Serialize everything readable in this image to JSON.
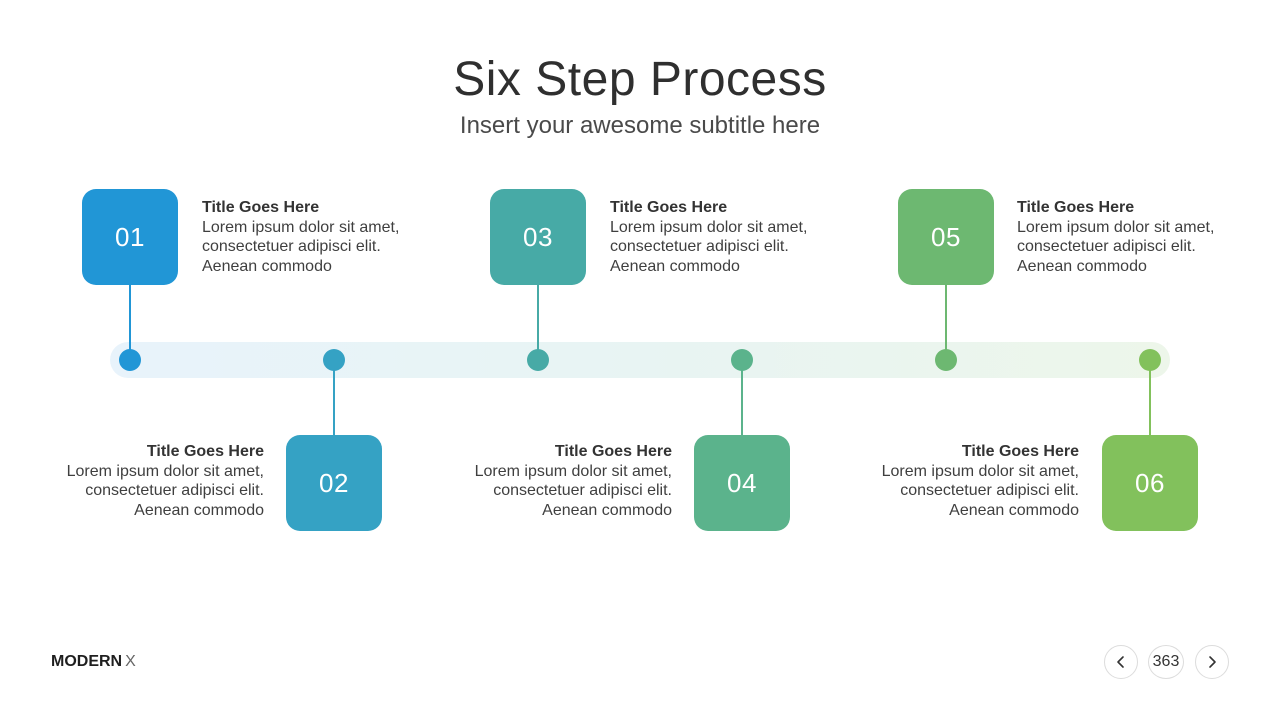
{
  "slide": {
    "title": "Six Step Process",
    "subtitle": "Insert your awesome subtitle here"
  },
  "steps": [
    {
      "number": "01",
      "heading": "Title  Goes Here",
      "line1": "Lorem ipsum dolor sit amet,",
      "line2": "consectetuer adipisci elit.",
      "line3": "Aenean commodo",
      "color": "#2196d6"
    },
    {
      "number": "02",
      "heading": "Title  Goes Here",
      "line1": "Lorem ipsum dolor sit amet,",
      "line2": "consectetuer adipisci elit.",
      "line3": "Aenean commodo",
      "color": "#35a2c4"
    },
    {
      "number": "03",
      "heading": "Title  Goes Here",
      "line1": "Lorem ipsum dolor sit amet,",
      "line2": "consectetuer adipisci elit.",
      "line3": "Aenean commodo",
      "color": "#47aaa6"
    },
    {
      "number": "04",
      "heading": "Title  Goes Here",
      "line1": "Lorem ipsum dolor sit amet,",
      "line2": "consectetuer adipisci elit.",
      "line3": "Aenean commodo",
      "color": "#5bb38c"
    },
    {
      "number": "05",
      "heading": "Title  Goes Here",
      "line1": "Lorem ipsum dolor sit amet,",
      "line2": "consectetuer adipisci elit.",
      "line3": "Aenean commodo",
      "color": "#6db871"
    },
    {
      "number": "06",
      "heading": "Title  Goes Here",
      "line1": "Lorem ipsum dolor sit amet,",
      "line2": "consectetuer adipisci elit.",
      "line3": "Aenean commodo",
      "color": "#82c15c"
    }
  ],
  "footer": {
    "brand_bold": "MODERN",
    "brand_light": "X",
    "page_number": "363",
    "prev_icon": "chevron-left-icon",
    "next_icon": "chevron-right-icon"
  }
}
